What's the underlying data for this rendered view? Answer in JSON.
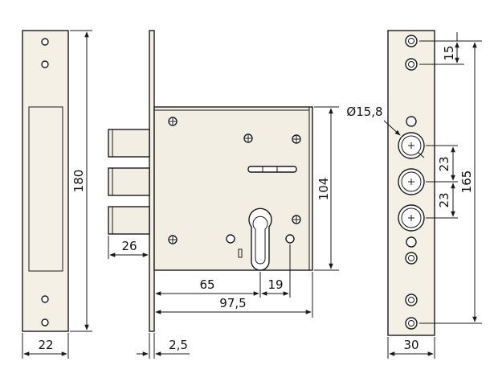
{
  "dimensions": {
    "front_height": "180",
    "front_width": "22",
    "bolt_throw": "26",
    "faceplate_thickness": "2,5",
    "backset": "65",
    "cylinder_offset": "19",
    "case_length": "97,5",
    "case_height": "104",
    "cylinder_diameter": "Ø15,8",
    "top_spacing": "15",
    "bolt_spacing_1": "23",
    "bolt_spacing_2": "23",
    "strike_height": "165",
    "strike_width": "30"
  },
  "colors": {
    "line": "#1a1a1a",
    "plate_fill": "#f5f0e6"
  }
}
